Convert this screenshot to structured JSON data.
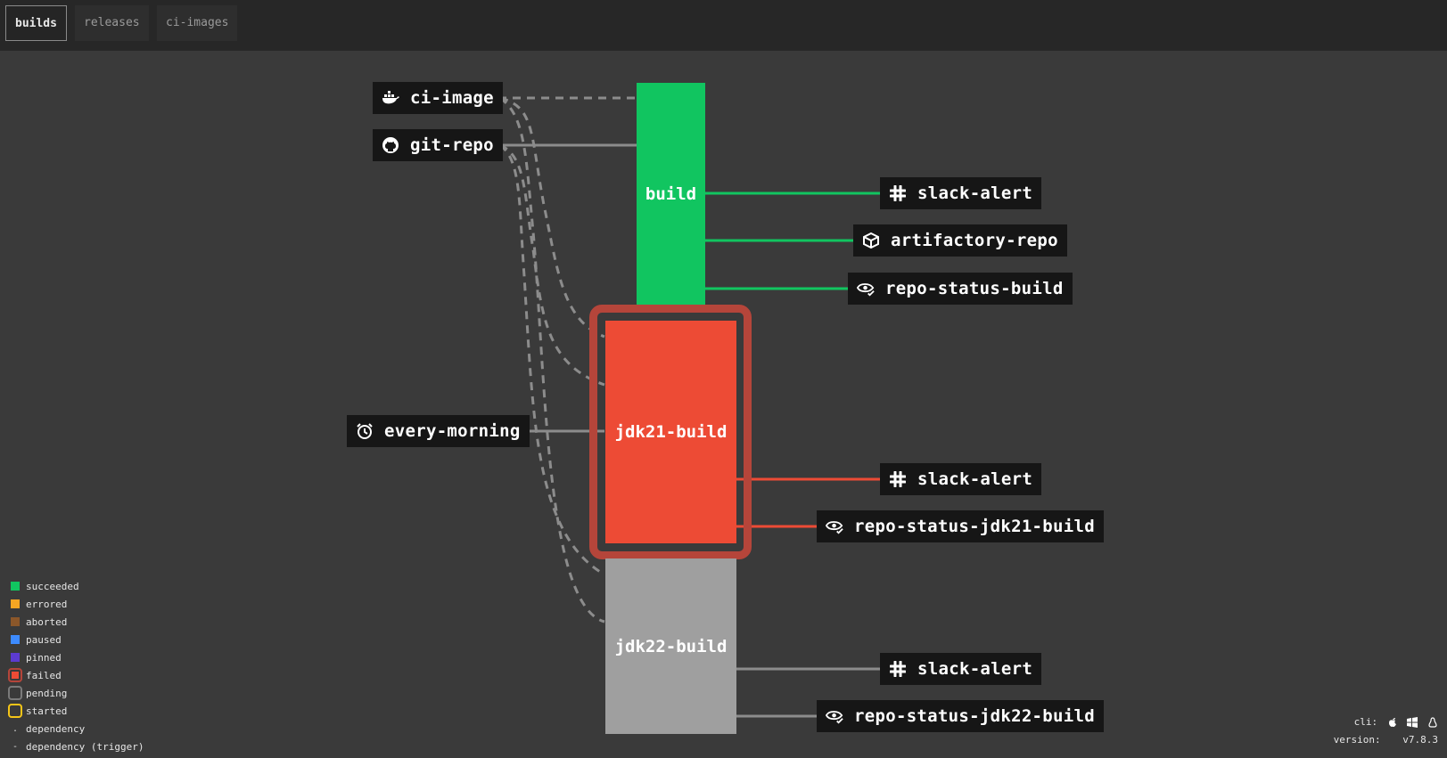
{
  "tabs": [
    "builds",
    "releases",
    "ci-images"
  ],
  "active_tab": "builds",
  "colors": {
    "succeeded": "#11c560",
    "failed": "#ed4b35",
    "pending": "#9f9f9f",
    "errored": "#f5a623",
    "aborted": "#8b572a",
    "paused": "#3d8bff",
    "pinned": "#5c3bd1",
    "started": "#f5c518"
  },
  "jobs": [
    {
      "name": "build",
      "status": "succeeded"
    },
    {
      "name": "jdk21-build",
      "status": "failed"
    },
    {
      "name": "jdk22-build",
      "status": "pending"
    }
  ],
  "resources": {
    "ci_image": {
      "label": "ci-image",
      "icon": "docker-icon"
    },
    "git_repo": {
      "label": "git-repo",
      "icon": "github-icon"
    },
    "every_morning": {
      "label": "every-morning",
      "icon": "alarm-clock-icon"
    },
    "slack_alert_1": {
      "label": "slack-alert",
      "icon": "slack-icon"
    },
    "artifactory_repo": {
      "label": "artifactory-repo",
      "icon": "package-icon"
    },
    "repo_status_build": {
      "label": "repo-status-build",
      "icon": "eye-check-icon"
    },
    "slack_alert_2": {
      "label": "slack-alert",
      "icon": "slack-icon"
    },
    "repo_status_jdk21": {
      "label": "repo-status-jdk21-build",
      "icon": "eye-check-icon"
    },
    "slack_alert_3": {
      "label": "slack-alert",
      "icon": "slack-icon"
    },
    "repo_status_jdk22": {
      "label": "repo-status-jdk22-build",
      "icon": "eye-check-icon"
    }
  },
  "legend": [
    {
      "label": "succeeded"
    },
    {
      "label": "errored"
    },
    {
      "label": "aborted"
    },
    {
      "label": "paused"
    },
    {
      "label": "pinned"
    },
    {
      "label": "failed"
    },
    {
      "label": "pending"
    },
    {
      "label": "started"
    },
    {
      "label": "dependency",
      "marker": "."
    },
    {
      "label": "dependency (trigger)",
      "marker": "-"
    }
  ],
  "footer": {
    "cli_label": "cli:",
    "version_label": "version:",
    "version": "v7.8.3"
  }
}
